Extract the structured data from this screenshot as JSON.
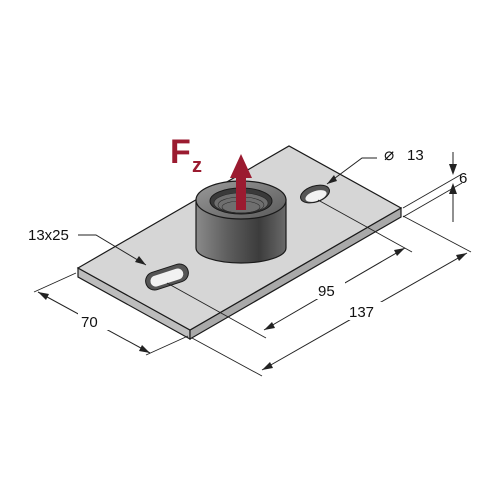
{
  "force": {
    "symbol": "F",
    "subscript": "z",
    "color": "#9b1b30"
  },
  "dimensions": {
    "hole_diameter_symbol": "⌀",
    "hole_diameter": "13",
    "thickness": "6",
    "slot": "13x25",
    "width": "70",
    "hole_spacing": "95",
    "length": "137"
  },
  "colors": {
    "plate_top": "#d6d6d6",
    "plate_front": "#bdbdbd",
    "plate_side": "#a9a9a9",
    "socket": "#6e6e6e",
    "outline": "#1a1a1a"
  }
}
